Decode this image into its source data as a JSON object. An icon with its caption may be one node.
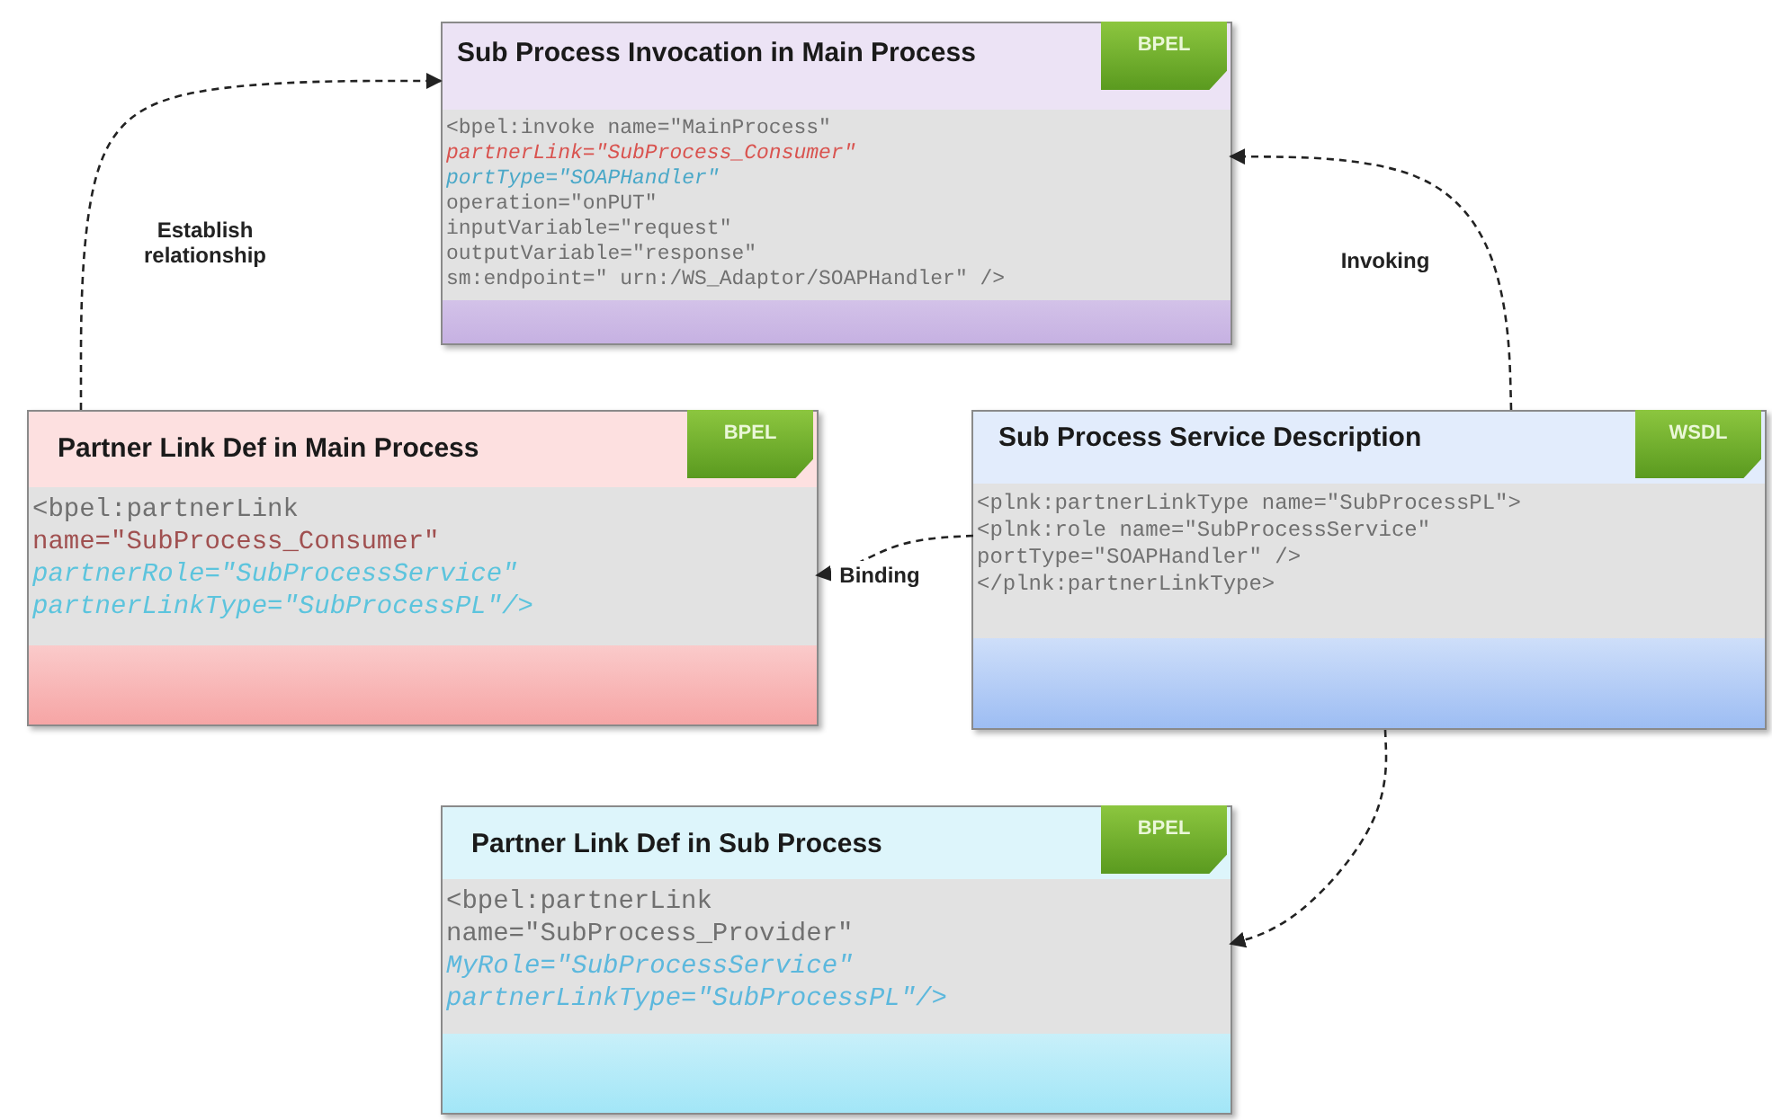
{
  "diagram": {
    "nodes": [
      {
        "text": [
          "Sub Process Invocation in Main Process"
        ]
      },
      {
        "text": [
          "BPEL"
        ],
        "in": 0
      },
      {
        "text": [
          "<bpel:invoke name=\"MainProcess\"",
          "partnerLink=\"SubProcess_Consumer\"",
          "portType=\"SOAPHandler\"",
          "operation=\"onPUT\"",
          "inputVariable=\"request\"",
          "outputVariable=\"response\"",
          "sm:endpoint=\" urn:/WS_Adaptor/SOAPHandler\" />"
        ],
        "in": 0
      },
      {
        "text": [
          "Partner Link Def in Main Process"
        ]
      },
      {
        "text": [
          "BPEL"
        ],
        "in": 3
      },
      {
        "text": [
          "<bpel:partnerLink",
          "name=\"SubProcess_Consumer\"",
          "partnerRole=\"SubProcessService\"",
          "partnerLinkType=\"SubProcessPL\"/>"
        ],
        "in": 3
      },
      {
        "text": [
          "Sub Process Service Description"
        ]
      },
      {
        "text": [
          "WSDL"
        ],
        "in": 6
      },
      {
        "text": [
          "<plnk:partnerLinkType name=\"SubProcessPL\">",
          "<plnk:role name=\"SubProcessService\"",
          "portType=\"SOAPHandler\" />",
          "</plnk:partnerLinkType>"
        ],
        "in": 6
      },
      {
        "text": [
          "Partner Link Def in Sub Process"
        ]
      },
      {
        "text": [
          "BPEL"
        ],
        "in": 9
      },
      {
        "text": [
          "<bpel:partnerLink",
          "name=\"SubProcess_Provider\"",
          "MyRole=\"SubProcessService\"",
          "partnerLinkType=\"SubProcessPL\"/>"
        ],
        "in": 9
      }
    ],
    "edges": [
      {
        "from": 3,
        "to": 0,
        "label": "Establish relationship",
        "arrow": "to",
        "style": "dashed"
      },
      {
        "from": 6,
        "to": 2,
        "label": "Invoking",
        "arrow": "to",
        "style": "dashed"
      },
      {
        "from": 8,
        "to": 5,
        "label": "Binding",
        "arrow": "to",
        "style": "dashed"
      },
      {
        "from": 6,
        "to": 11,
        "arrow": "to",
        "style": "dashed"
      }
    ]
  }
}
